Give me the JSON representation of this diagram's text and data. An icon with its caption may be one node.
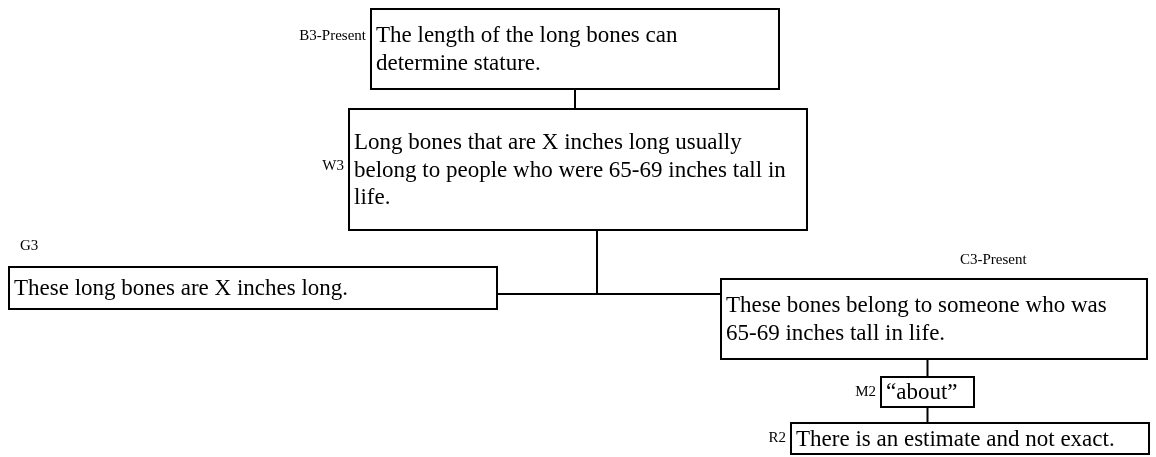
{
  "diagram": {
    "nodes": [
      {
        "text": [
          "The length of the long bones can determine stature."
        ],
        "beside": [
          "B3-Present"
        ]
      },
      {
        "text": [
          "Long bones that are X inches long usually belong to people who were 65-69 inches tall in life."
        ],
        "beside": [
          "W3"
        ]
      },
      {
        "text": [
          "These long bones are X inches long."
        ],
        "beside": [
          "G3"
        ]
      },
      {
        "text": [
          "These bones belong to someone who was 65-69 inches tall in life."
        ],
        "beside": [
          "C3-Present"
        ]
      },
      {
        "text": [
          "“about”"
        ],
        "beside": [
          "M2"
        ]
      },
      {
        "text": [
          "There is an estimate and not exact."
        ],
        "beside": [
          "R2"
        ]
      }
    ],
    "edges": [
      {
        "from": 0,
        "to": 1,
        "arrow": "none"
      },
      {
        "from": 2,
        "to": 3,
        "arrow": "none"
      },
      {
        "from": 1,
        "to": 3,
        "arrow": "none"
      },
      {
        "from": 3,
        "to": 4,
        "arrow": "none"
      },
      {
        "from": 4,
        "to": 5,
        "arrow": "none"
      }
    ]
  }
}
